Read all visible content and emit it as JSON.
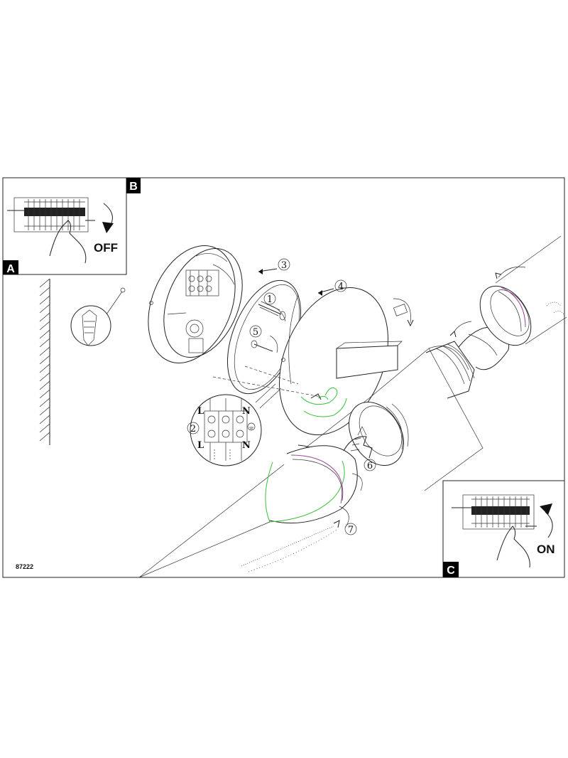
{
  "panels": {
    "a": {
      "letter": "A"
    },
    "b": {
      "letter": "B",
      "switch_label": "OFF"
    },
    "c": {
      "letter": "C",
      "switch_label": "ON"
    }
  },
  "steps": [
    "1",
    "2",
    "3",
    "4",
    "5",
    "6",
    "7"
  ],
  "terminal_labels": {
    "top_left": "L",
    "top_right": "N",
    "bottom_left": "L",
    "bottom_right": "N"
  },
  "model_number": "87222",
  "colors": {
    "line": "#222222",
    "wire_green": "#39c13a",
    "thread_magenta": "#a0409a",
    "label_bg": "#000000"
  }
}
